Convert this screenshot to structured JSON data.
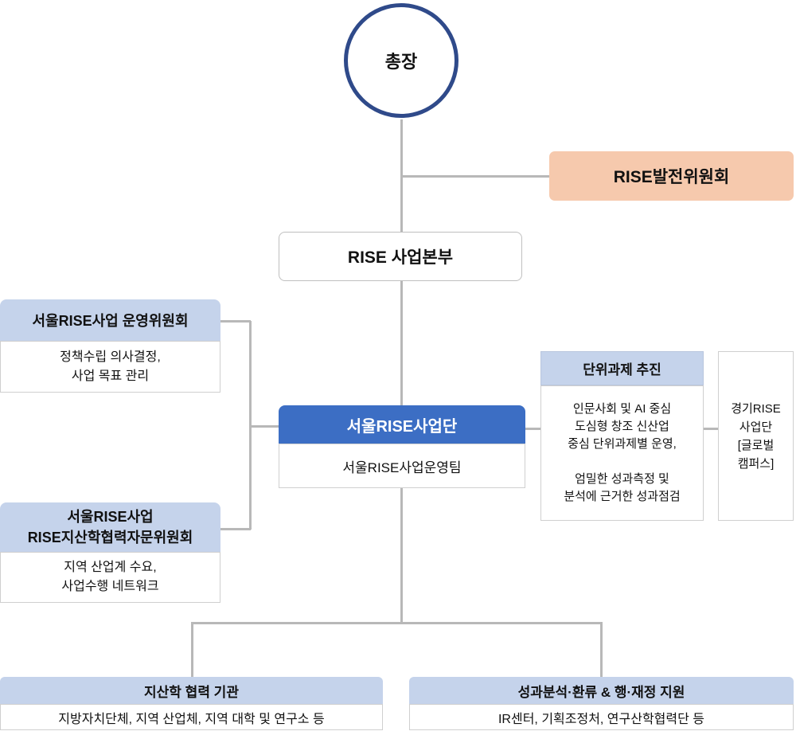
{
  "president": {
    "label": "총장"
  },
  "development_committee": {
    "label": "RISE발전위원회"
  },
  "headquarters": {
    "label": "RISE 사업본부"
  },
  "operation_committee": {
    "title": "서울RISE사업 운영위원회",
    "lines": [
      "정책수립 의사결정,",
      "사업 목표 관리"
    ]
  },
  "advisory_committee": {
    "title_lines": [
      "서울RISE사업",
      "RISE지산학협력자문위원회"
    ],
    "lines": [
      "지역 산업계 수요,",
      "사업수행 네트워크"
    ]
  },
  "project_corps": {
    "title": "서울RISE사업단",
    "team": "서울RISE사업운영팀"
  },
  "unit_task": {
    "title": "단위과제 추진",
    "lines_a": [
      "인문사회 및 AI 중심",
      "도심형 창조 신산업",
      "중심 단위과제별 운영,"
    ],
    "lines_b": [
      "엄밀한 성과측정 및",
      "분석에 근거한 성과점검"
    ]
  },
  "gyeonggi": {
    "lines": [
      "경기RISE",
      "사업단",
      "[글로벌",
      "캠퍼스]"
    ]
  },
  "institutions": {
    "title": "지산학 협력 기관",
    "detail": "지방자치단체, 지역 산업체, 지역 대학 및 연구소 등"
  },
  "performance": {
    "title": "성과분석·환류 & 행·재정 지원",
    "detail": "IR센터, 기획조정처, 연구산학협력단 등"
  },
  "colors": {
    "president_border": "#2f4a8a",
    "development_committee_fill": "#f6c9ad",
    "header_fill": "#c5d3eb",
    "corps_fill": "#3c6ec4",
    "connector": "#b8b8b8"
  }
}
